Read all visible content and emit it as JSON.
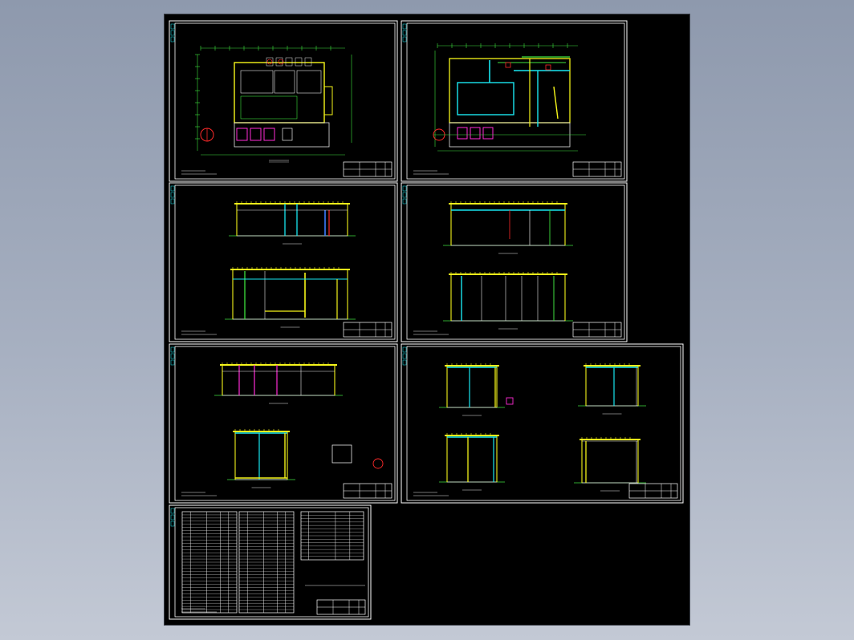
{
  "app": {
    "view": "model-space",
    "background_color": "#000000",
    "desktop_gradient": [
      "#8e99ad",
      "#c3c9d5"
    ]
  },
  "sheets": [
    {
      "id": "sheet-1",
      "kind": "floor-plan"
    },
    {
      "id": "sheet-2",
      "kind": "floor-plan-piping"
    },
    {
      "id": "sheet-3",
      "kind": "sections"
    },
    {
      "id": "sheet-4",
      "kind": "sections"
    },
    {
      "id": "sheet-5",
      "kind": "sections-details"
    },
    {
      "id": "sheet-6",
      "kind": "sections-four"
    },
    {
      "id": "sheet-7",
      "kind": "material-tables"
    }
  ],
  "colors": {
    "frame": "#ffffff",
    "line_green": "#3fe23f",
    "line_yellow": "#f5f51a",
    "line_cyan": "#19e6f0",
    "line_magenta": "#ff2bd6",
    "line_red": "#ff2a2a",
    "line_blue": "#3a7dff",
    "line_white": "#e8e8e8"
  }
}
